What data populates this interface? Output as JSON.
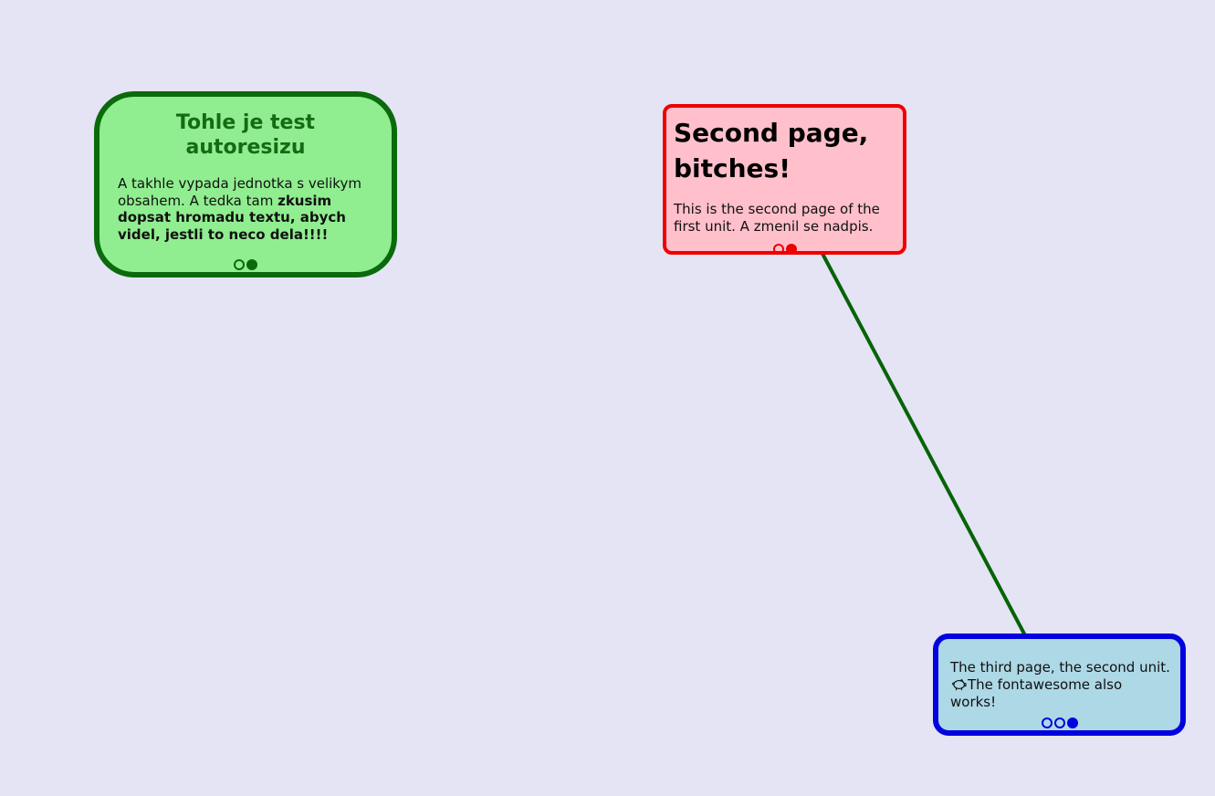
{
  "canvas": {
    "background_color": "#E4E4F5"
  },
  "nodes": {
    "green": {
      "title": "Tohle je test autoresizu",
      "body_normal": "A takhle vypada jednotka s velikym obsahem. A tedka tam ",
      "body_bold": "zkusim dopsat hromadu textu, abych videl, jestli to neco dela!!!!",
      "fill_color": "#90EE90",
      "border_color": "#0B6A0B",
      "title_color": "#156B15",
      "pager": {
        "total": 2,
        "active": 2,
        "color": "#0B6A0B"
      }
    },
    "red": {
      "title": "Second page, bitches!",
      "body": "This is the second page of the first unit. A zmenil se nadpis.",
      "fill_color": "#FFC0CB",
      "border_color": "#EE0000",
      "pager": {
        "total": 2,
        "active": 2,
        "color": "#EE0000"
      }
    },
    "blue": {
      "body_before_icon": "The third page, the second unit.",
      "icon": "pig-icon",
      "body_after_icon": "The fontawesome also works!",
      "fill_color": "#ADD8E6",
      "border_color": "#0202DF",
      "pager": {
        "total": 3,
        "active": 3,
        "color": "#0202DF"
      }
    }
  },
  "edge": {
    "from": "red-node",
    "to": "blue-node",
    "color": "#076307",
    "width": 4
  }
}
